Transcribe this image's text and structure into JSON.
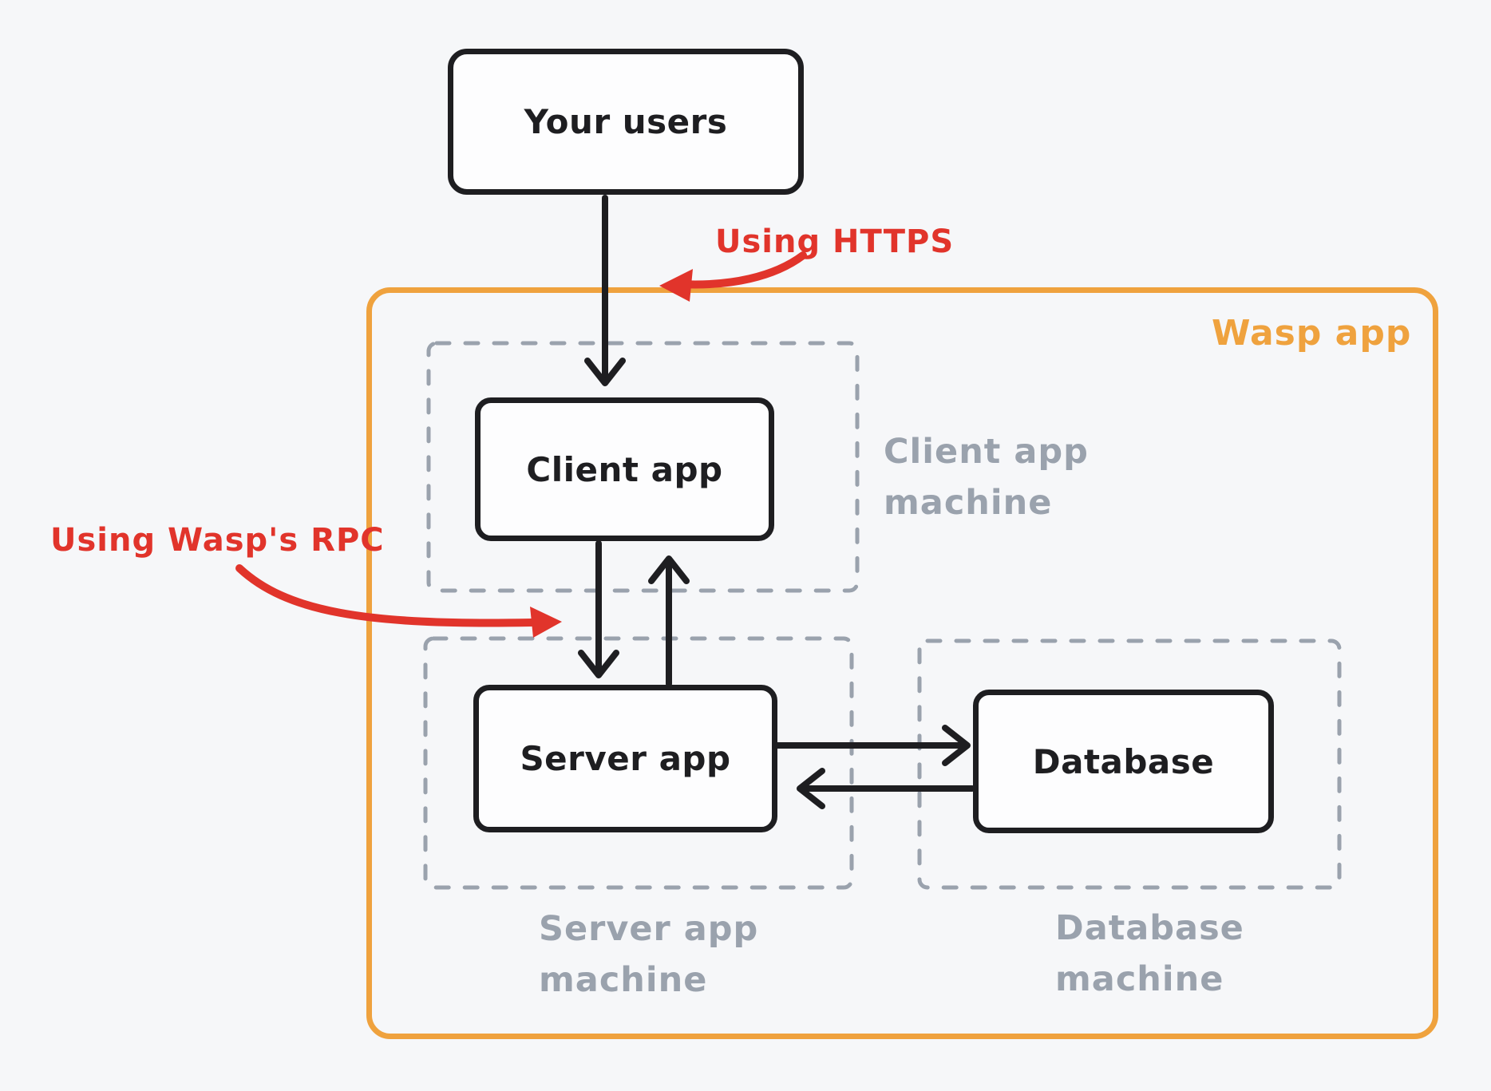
{
  "colors": {
    "background": "#f6f7f9",
    "black": "#1e1e21",
    "orange": "#efa23e",
    "red": "#e1342b",
    "gray": "#9aa2ad"
  },
  "nodes": {
    "your_users": {
      "label": "Your users"
    },
    "client_app": {
      "label": "Client app"
    },
    "server_app": {
      "label": "Server app"
    },
    "database": {
      "label": "Database"
    }
  },
  "groups": {
    "wasp_app": {
      "label": "Wasp app"
    },
    "client_machine": {
      "line1": "Client app",
      "line2": "machine"
    },
    "server_machine": {
      "line1": "Server app",
      "line2": "machine"
    },
    "database_machine": {
      "line1": "Database",
      "line2": "machine"
    }
  },
  "annotations": {
    "https": {
      "label": "Using HTTPS"
    },
    "rpc": {
      "label": "Using Wasp's RPC"
    }
  }
}
